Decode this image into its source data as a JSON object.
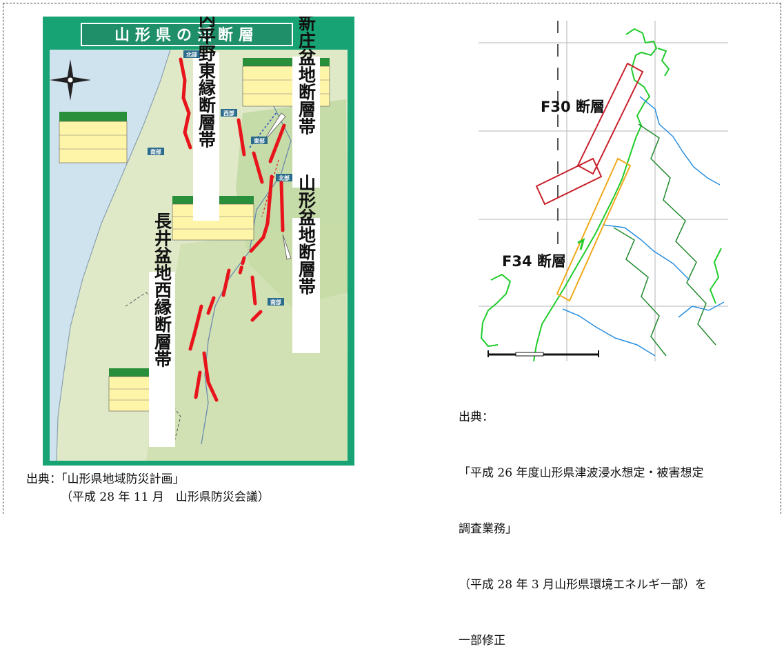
{
  "left_map": {
    "title": "山形県の活断層",
    "fault_labels": {
      "shonai": "庄内平野東縁断層帯",
      "shinjo": "新庄盆地断層帯",
      "yamagata": "山形盆地断層帯",
      "nagai": "長井盆地西縁断層帯"
    },
    "segment_labels": {
      "north_top": "北部",
      "south_shonai": "南部",
      "west": "西部",
      "east": "東部",
      "north_yamagata": "北部",
      "south_yamagata": "南部"
    },
    "colors": {
      "frame": "#17a374",
      "title_bg": "#1f8f6a",
      "fault": "#e8141b",
      "land": "#dfe9c8",
      "sea": "#cfe3ef"
    }
  },
  "right_map": {
    "labels": {
      "f30": "F30 断層",
      "f34": "F34 断層"
    },
    "colors": {
      "f30": "#c8202a",
      "f34": "#f0a818",
      "coast": "#1fcc2a",
      "river": "#2a8fe0",
      "border": "#1f8a2a",
      "grid": "#b5b5b5"
    }
  },
  "captions": {
    "left_line1": "出典：「山形県地域防災計画」",
    "left_line2": "（平成 28 年 11 月　山形県防災会議）",
    "right_line1": "出典：",
    "right_line2": "「平成 26 年度山形県津波浸水想定・被害想定",
    "right_line3": "調査業務」",
    "right_line4": "（平成 28 年 3 月山形県環境エネルギー部）を",
    "right_line5": "一部修正"
  }
}
